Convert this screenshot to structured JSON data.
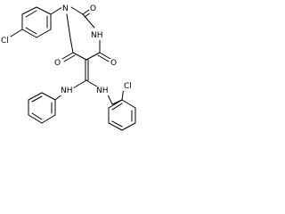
{
  "molecule": {
    "atoms": {
      "cl_top": "Cl",
      "n1": "N",
      "o_top": "O",
      "nh_ring": "NH",
      "o_left": "O",
      "o_right": "O",
      "nh_anilino": "NH",
      "nh_benzylamino": "NH",
      "cl_bottom": "Cl"
    }
  },
  "colors": {
    "bond": "#000000",
    "label": "#000000",
    "background": "#ffffff"
  }
}
